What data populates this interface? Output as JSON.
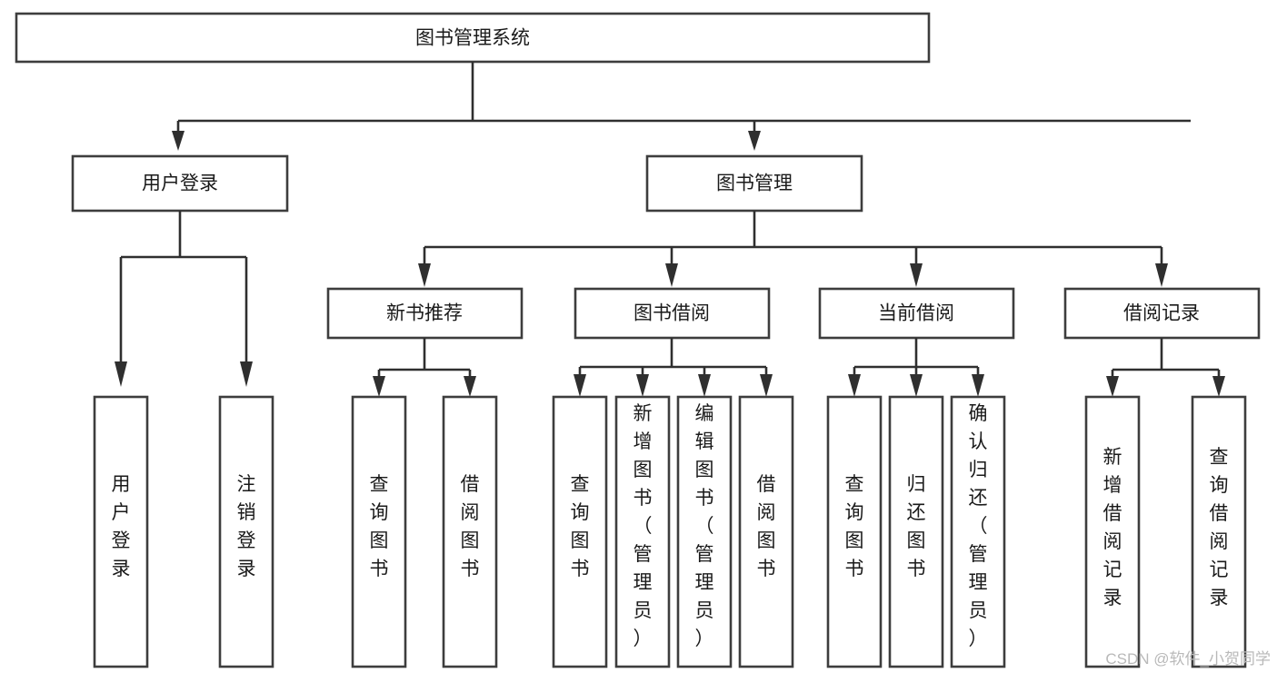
{
  "diagram": {
    "title": "图书管理系统",
    "type": "hierarchy-tree",
    "root": {
      "label": "图书管理系统"
    },
    "level2": [
      {
        "label": "用户登录"
      },
      {
        "label": "图书管理"
      }
    ],
    "level3": [
      {
        "label": "新书推荐"
      },
      {
        "label": "图书借阅"
      },
      {
        "label": "当前借阅"
      },
      {
        "label": "借阅记录"
      }
    ],
    "leaves": {
      "user_login": [
        {
          "label": "用户登录"
        },
        {
          "label": "注销登录"
        }
      ],
      "new_book_recommend": [
        {
          "label": "查询图书"
        },
        {
          "label": "借阅图书"
        }
      ],
      "book_borrow": [
        {
          "label": "查询图书"
        },
        {
          "label": "新增图书（管理员）"
        },
        {
          "label": "编辑图书（管理员）"
        },
        {
          "label": "借阅图书"
        }
      ],
      "current_borrow": [
        {
          "label": "查询图书"
        },
        {
          "label": "归还图书"
        },
        {
          "label": "确认归还（管理员）"
        }
      ],
      "borrow_record": [
        {
          "label": "新增借阅记录"
        },
        {
          "label": "查询借阅记录"
        }
      ]
    }
  },
  "watermark": {
    "text": "CSDN @软件_小贺同学"
  },
  "colors": {
    "box_stroke": "#3d3d3d",
    "connector": "#2f2f2f",
    "text": "#1a1a1a",
    "background": "#ffffff",
    "watermark": "#b9b9b9"
  }
}
